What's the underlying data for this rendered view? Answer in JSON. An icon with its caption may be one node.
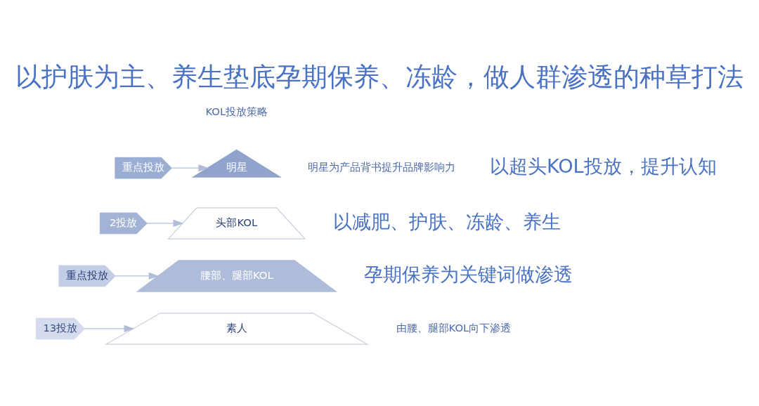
{
  "diagram": {
    "title": "以护肤为主、养生垫底孕期保养、冻龄，做人群渗透的种草打法",
    "nodes": [
      {
        "text": [
          "明星"
        ]
      },
      {
        "text": [
          "头部KOL"
        ]
      },
      {
        "text": [
          "腰部、腿部KOL"
        ]
      },
      {
        "text": [
          "素人"
        ]
      },
      {
        "text": [
          "重点投放"
        ]
      },
      {
        "text": [
          "2投放"
        ]
      },
      {
        "text": [
          "重点投放"
        ]
      },
      {
        "text": [
          "13投放"
        ]
      }
    ],
    "edges": [
      {
        "from": 4,
        "to": 0,
        "arrow": "to"
      },
      {
        "from": 5,
        "to": 1,
        "arrow": "to"
      },
      {
        "from": 6,
        "to": 2,
        "arrow": "to"
      },
      {
        "from": 7,
        "to": 3,
        "arrow": "to"
      }
    ],
    "labels": [
      "KOL投放策略",
      "明星为产品背书提升品牌影响力",
      "以超头KOL投放，提升认知",
      "以减肥、护肤、冻龄、养生",
      "孕期保养为关键词做渗透",
      "由腰、腿部KOL向下渗透"
    ]
  }
}
